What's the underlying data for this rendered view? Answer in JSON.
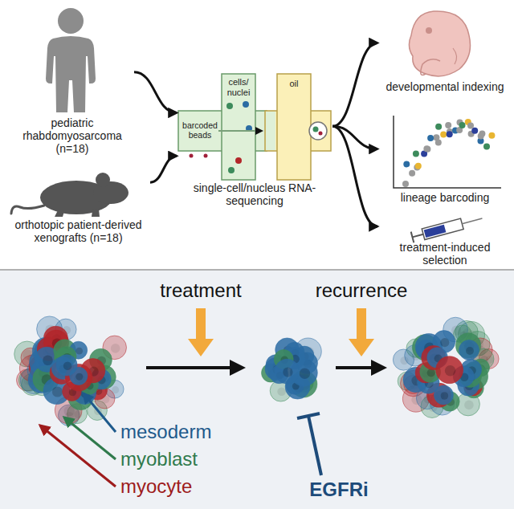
{
  "diagram": {
    "nodes": [
      {
        "text": [
          "pediatric rhabdomyosarcoma (n=18)"
        ]
      },
      {
        "text": [
          "orthotopic patient-derived xenografts (n=18)"
        ]
      },
      {
        "text": [
          "single-cell/nucleus RNA-sequencing"
        ]
      },
      {
        "text": [
          "developmental indexing"
        ]
      },
      {
        "text": [
          "lineage barcoding"
        ]
      },
      {
        "text": [
          "treatment-induced selection"
        ]
      }
    ],
    "edges": [
      {
        "from": 0,
        "to": 2,
        "arrow": "to"
      },
      {
        "from": 1,
        "to": 2,
        "arrow": "to"
      },
      {
        "from": 2,
        "to": 3,
        "arrow": "to"
      },
      {
        "from": 2,
        "to": 4,
        "arrow": "to"
      },
      {
        "from": 2,
        "to": 5,
        "arrow": "to"
      }
    ],
    "labels": [
      "barcoded beads",
      "cells/ nuclei",
      "oil",
      "treatment",
      "recurrence",
      "mesoderm",
      "myoblast",
      "myocyte",
      "EGFRi"
    ]
  }
}
